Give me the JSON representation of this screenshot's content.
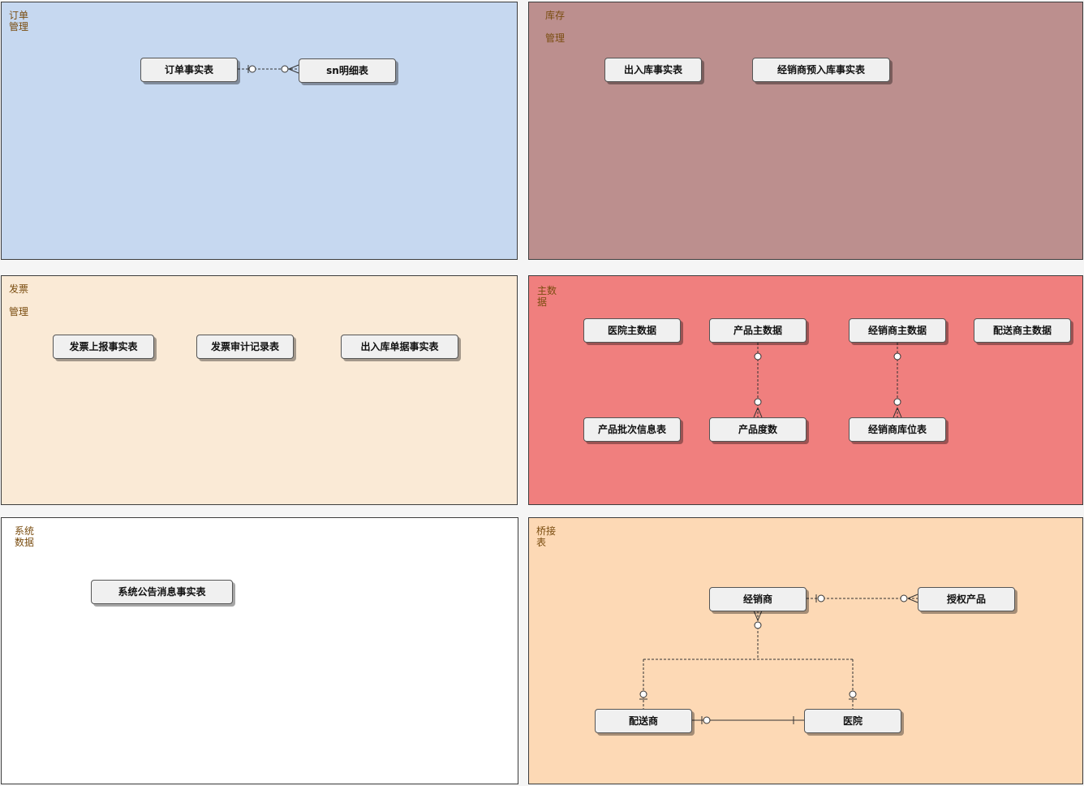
{
  "colors": {
    "order": "#c6d8f0",
    "stock": "#bc8f8e",
    "invoice": "#faead6",
    "master": "#f07f7e",
    "system": "#ffffff",
    "bridge": "#fdd9b5",
    "label": "#7a4d10",
    "entity_fill": "#f0f0f0"
  },
  "packages": {
    "order": {
      "label": "订单\n管理",
      "entities": {
        "order_fact": "订单事实表",
        "sn_detail": "sn明细表"
      }
    },
    "stock": {
      "label": "库存\n\n管理",
      "entities": {
        "inout_fact": "出入库事实表",
        "dealer_prein_fact": "经销商预入库事实表"
      }
    },
    "invoice": {
      "label": "发票\n\n管理",
      "entities": {
        "invoice_report_fact": "发票上报事实表",
        "invoice_audit_log": "发票审计记录表",
        "inout_doc_fact": "出入库单据事实表"
      }
    },
    "master": {
      "label": "主数\n据",
      "entities": {
        "hospital_master": "医院主数据",
        "product_master": "产品主数据",
        "dealer_master": "经销商主数据",
        "distributor_master": "配送商主数据",
        "product_batch": "产品批次信息表",
        "product_degree": "产品度数",
        "dealer_location": "经销商库位表"
      }
    },
    "system": {
      "label": "系统\n数据",
      "entities": {
        "notice_fact": "系统公告消息事实表"
      }
    },
    "bridge": {
      "label": "桥接\n表",
      "entities": {
        "dealer": "经销商",
        "auth_product": "授权产品",
        "distributor": "配送商",
        "hospital": "医院"
      }
    }
  }
}
